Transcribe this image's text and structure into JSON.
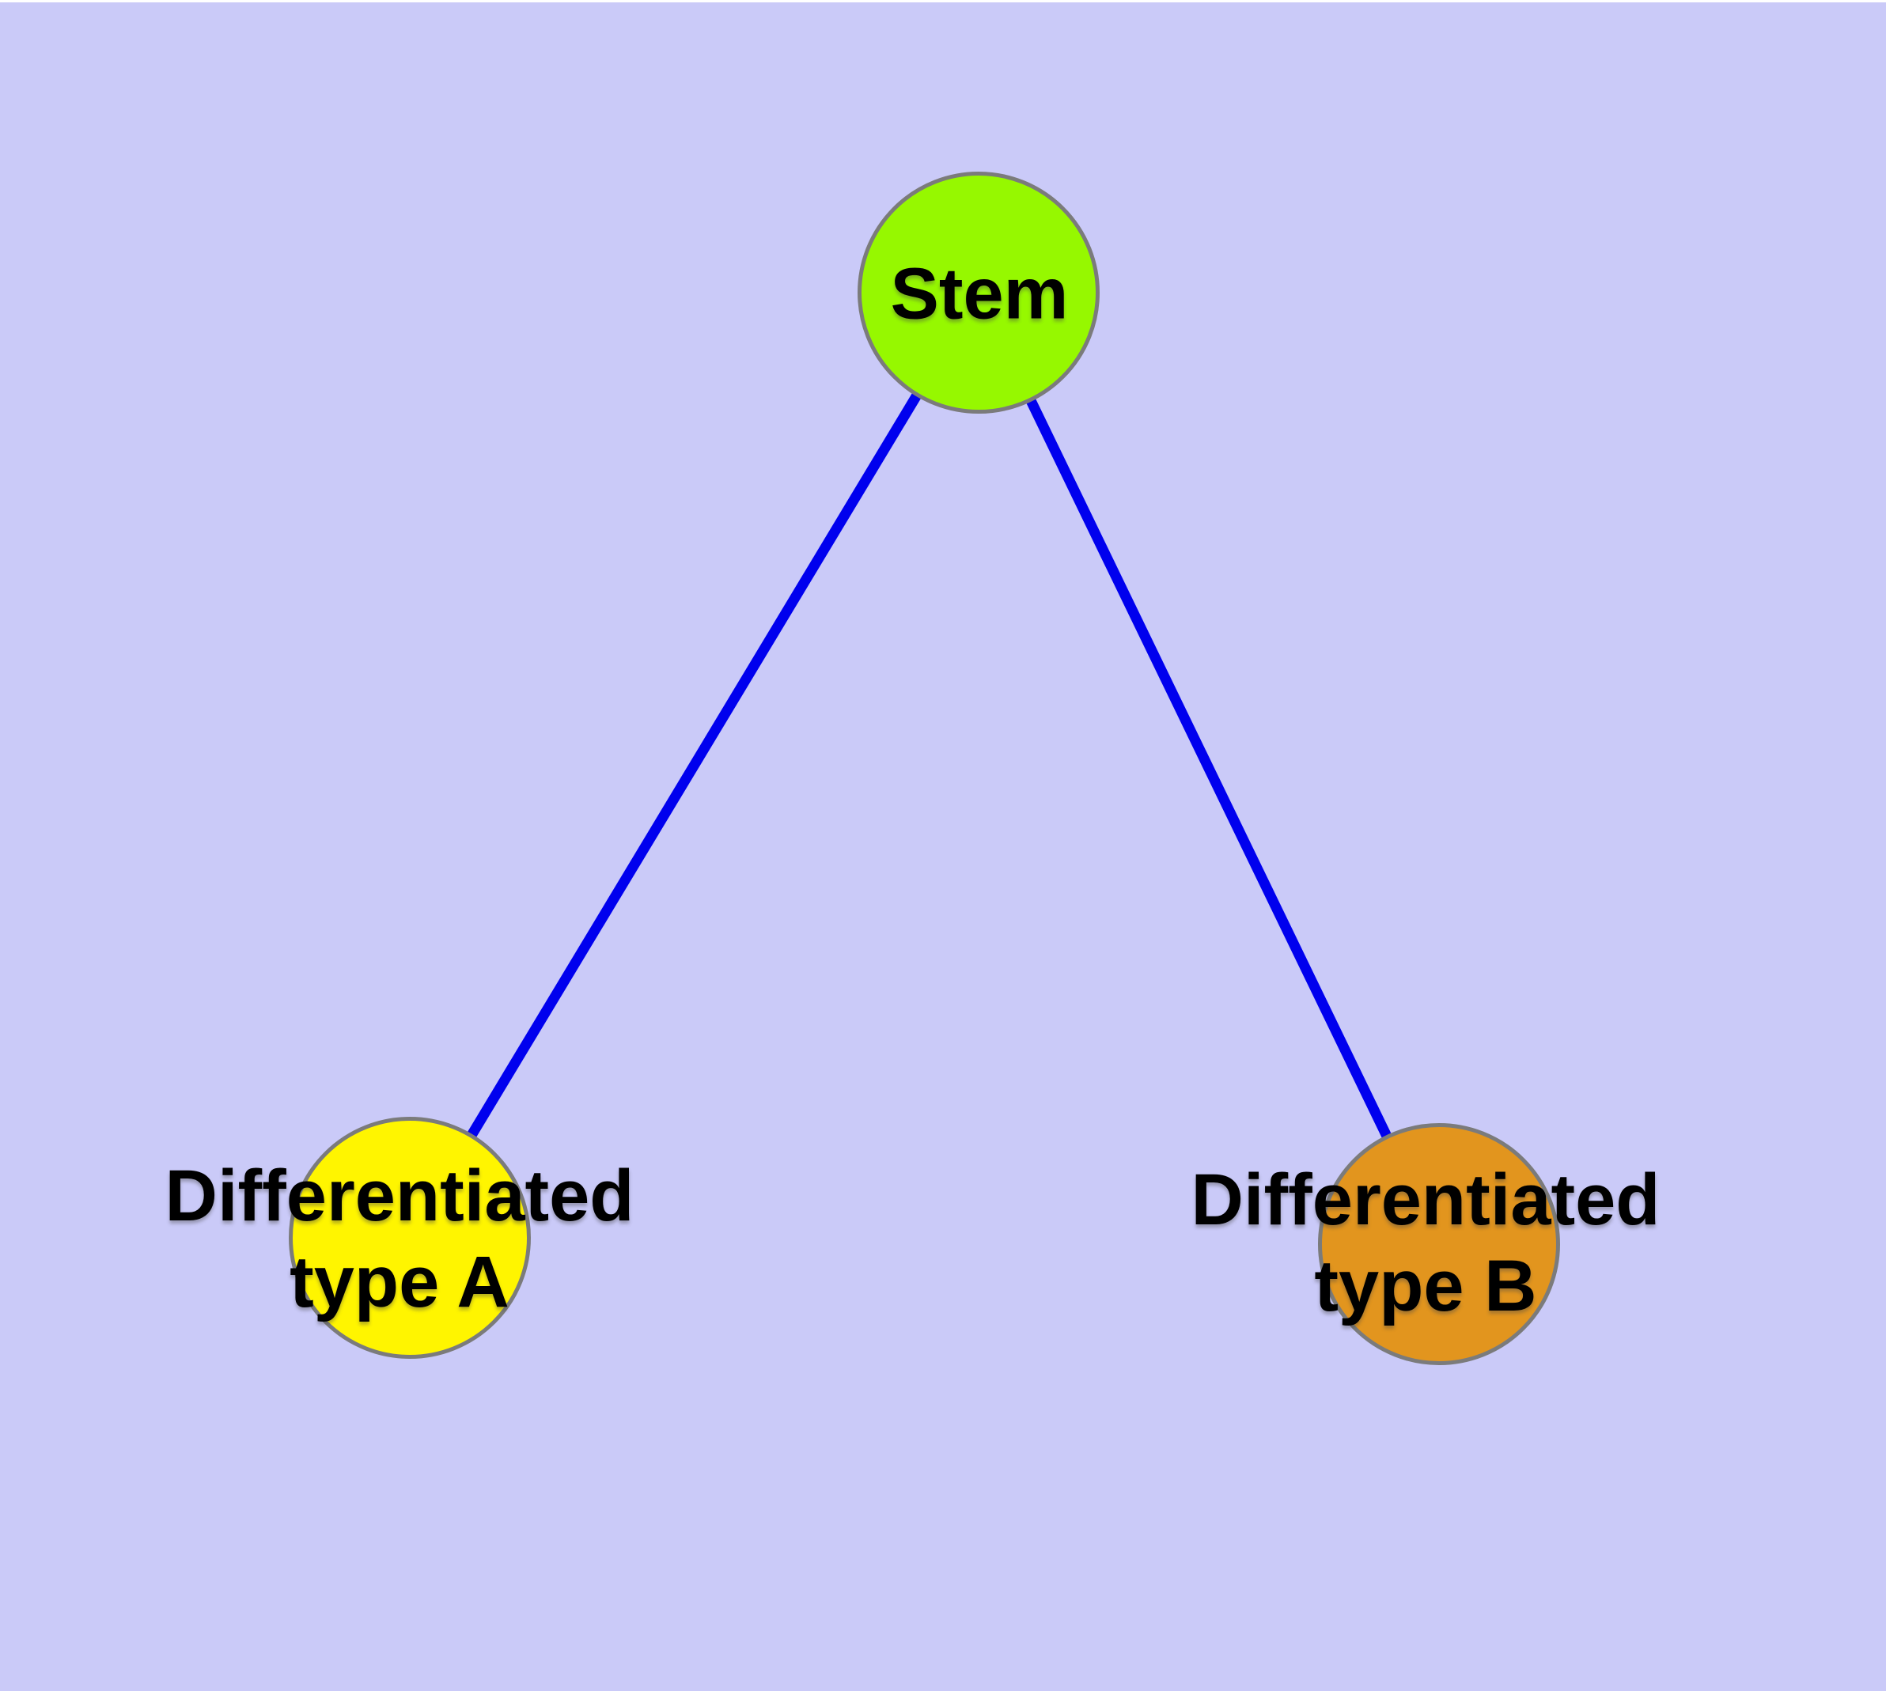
{
  "colors": {
    "background": "#cacaf8",
    "top_strip": "#ffffff",
    "edge": "#0000ee",
    "node_border": "#7b7b7b",
    "label_text": "#000000",
    "stem_fill": "#96f800",
    "type_a_fill": "#fff500",
    "type_b_fill": "#e2951e"
  },
  "diagram": {
    "type": "graph",
    "nodes": [
      {
        "id": "stem",
        "label": "Stem",
        "label_lines": [
          "Stem"
        ]
      },
      {
        "id": "differentiated-type-a",
        "label": "Differentiated type A",
        "label_lines": [
          "Differentiated",
          "type A"
        ]
      },
      {
        "id": "differentiated-type-b",
        "label": "Differentiated type B",
        "label_lines": [
          "Differentiated",
          "type B"
        ]
      }
    ],
    "edges": [
      {
        "from": "Stem",
        "to": "Differentiated type A"
      },
      {
        "from": "Stem",
        "to": "Differentiated type B"
      }
    ]
  }
}
